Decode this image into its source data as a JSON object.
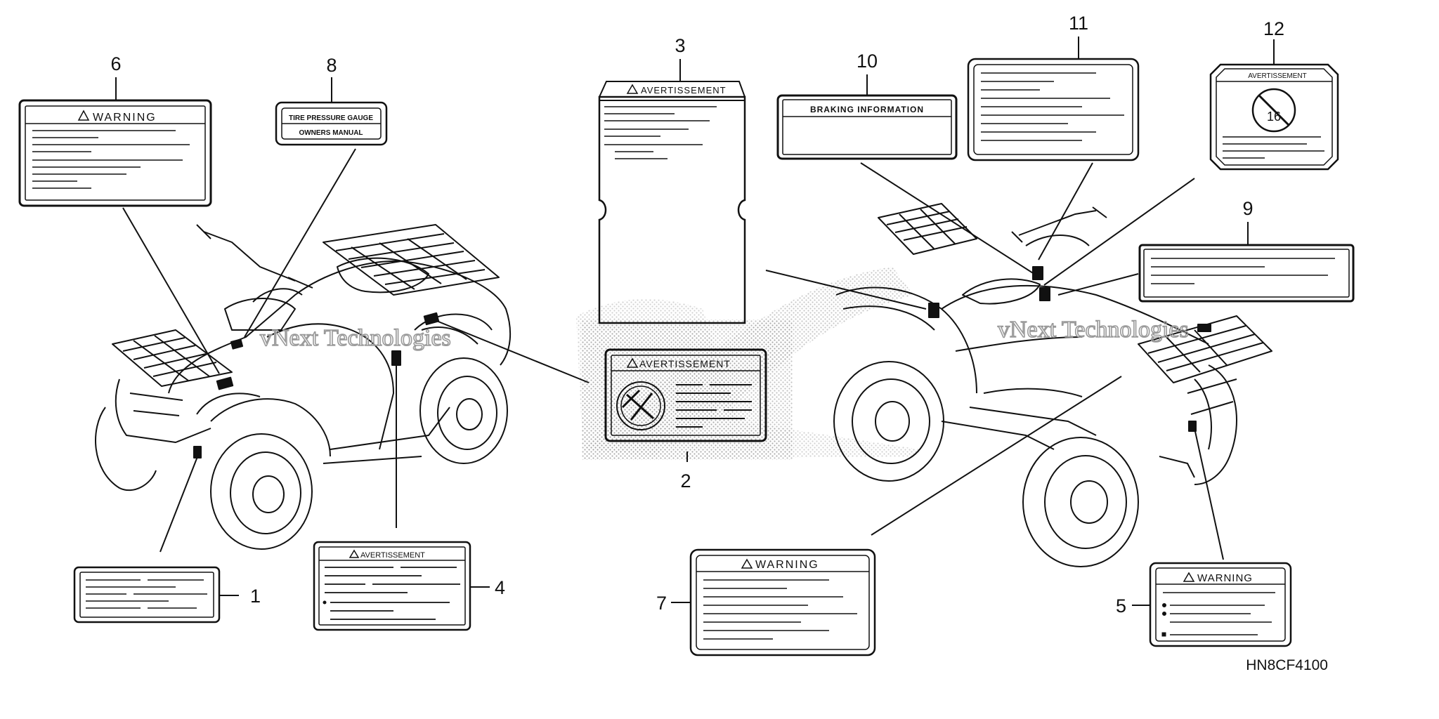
{
  "diagram": {
    "code": "HN8CF4100",
    "watermark": "vNext Technologies",
    "colors": {
      "ink": "#111111",
      "stipple": "#9a9a9a",
      "paper": "#ffffff"
    },
    "callouts": [
      "1",
      "2",
      "3",
      "4",
      "5",
      "6",
      "7",
      "8",
      "9",
      "10",
      "11",
      "12"
    ],
    "labels": {
      "warning": "WARNING",
      "avertissement": "AVERTISSEMENT",
      "tire_pressure_gauge": "TIRE PRESSURE GAUGE",
      "owners_manual": "OWNERS MANUAL",
      "braking_information": "BRAKING INFORMATION",
      "age_limit": "16"
    }
  }
}
